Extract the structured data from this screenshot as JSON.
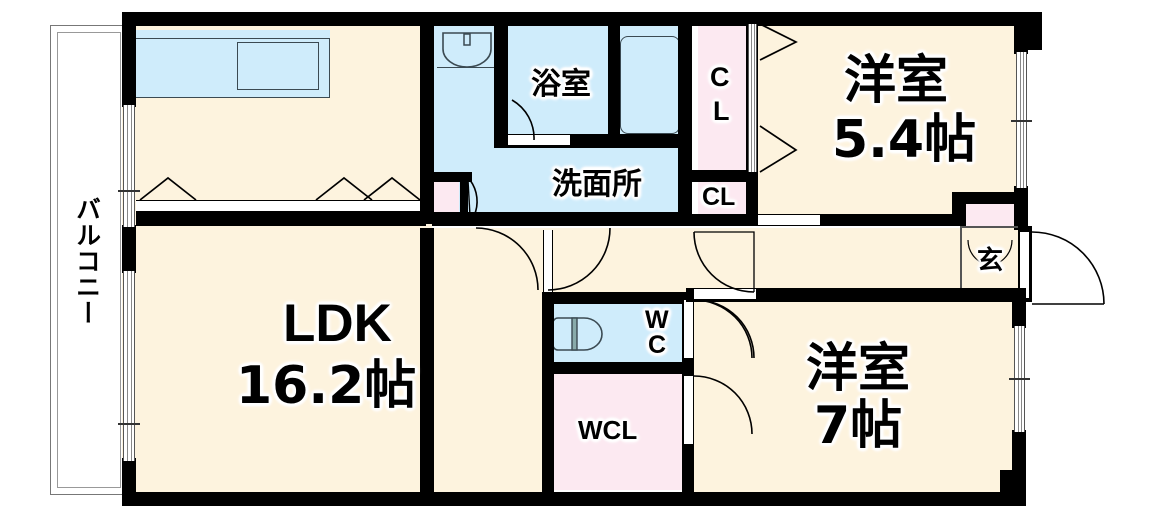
{
  "plan": {
    "type": "japanese-floor-plan",
    "title": "3LDK apartment floor plan",
    "rooms": [
      {
        "id": "ldk",
        "name": "LDK",
        "size": "16.2帖",
        "label_line1": "LDK",
        "label_line2": "16.2帖"
      },
      {
        "id": "western-room-1",
        "name": "洋室",
        "size": "5.4帖",
        "label_line1": "洋室",
        "label_line2": "5.4帖"
      },
      {
        "id": "western-room-2",
        "name": "洋室",
        "size": "7帖",
        "label_line1": "洋室",
        "label_line2": "7帖"
      },
      {
        "id": "bath",
        "name": "浴室",
        "size": "",
        "label_line1": "浴室",
        "label_line2": ""
      },
      {
        "id": "washroom",
        "name": "洗面所",
        "size": "",
        "label_line1": "洗面所",
        "label_line2": ""
      },
      {
        "id": "toilet",
        "name": "WC",
        "size": "",
        "label_line1": "W",
        "label_line2": "C"
      },
      {
        "id": "walk-in-closet",
        "name": "WCL",
        "size": "",
        "label_line1": "WCL",
        "label_line2": ""
      },
      {
        "id": "closet-tall",
        "name": "CL",
        "size": "",
        "label_line1": "C",
        "label_line2": "L"
      },
      {
        "id": "closet-small",
        "name": "CL",
        "size": "",
        "label_line1": "CL",
        "label_line2": ""
      },
      {
        "id": "entrance",
        "name": "玄",
        "size": "",
        "label_line1": "玄",
        "label_line2": ""
      },
      {
        "id": "balcony",
        "name": "バルコニー",
        "size": "",
        "label_line1": "バルコニー",
        "label_line2": ""
      }
    ],
    "labels": {
      "ldk_name": "LDK",
      "ldk_size": "16.2帖",
      "room1_name": "洋室",
      "room1_size": "5.4帖",
      "room2_name": "洋室",
      "room2_size": "7帖",
      "bath": "浴室",
      "washroom": "洗面所",
      "wc_top": "W",
      "wc_bottom": "C",
      "wcl": "WCL",
      "cl_tall_top": "C",
      "cl_tall_bottom": "L",
      "cl_small": "CL",
      "entrance": "玄",
      "balcony": "バルコニー"
    },
    "colors": {
      "wall": "#000000",
      "room_fill": "#fdf3de",
      "wet_fill": "#cfecfb",
      "closet_fill": "#fce9f1",
      "fixture_stroke": "#3b4a52",
      "background": "#ffffff"
    },
    "fixtures": [
      {
        "name": "kitchen-counter",
        "area": "LDK north"
      },
      {
        "name": "kitchen-sink",
        "area": "LDK north"
      },
      {
        "name": "bathtub",
        "area": "浴室"
      },
      {
        "name": "wash-basin",
        "area": "洗面所"
      },
      {
        "name": "toilet-bowl",
        "area": "WC"
      }
    ]
  }
}
